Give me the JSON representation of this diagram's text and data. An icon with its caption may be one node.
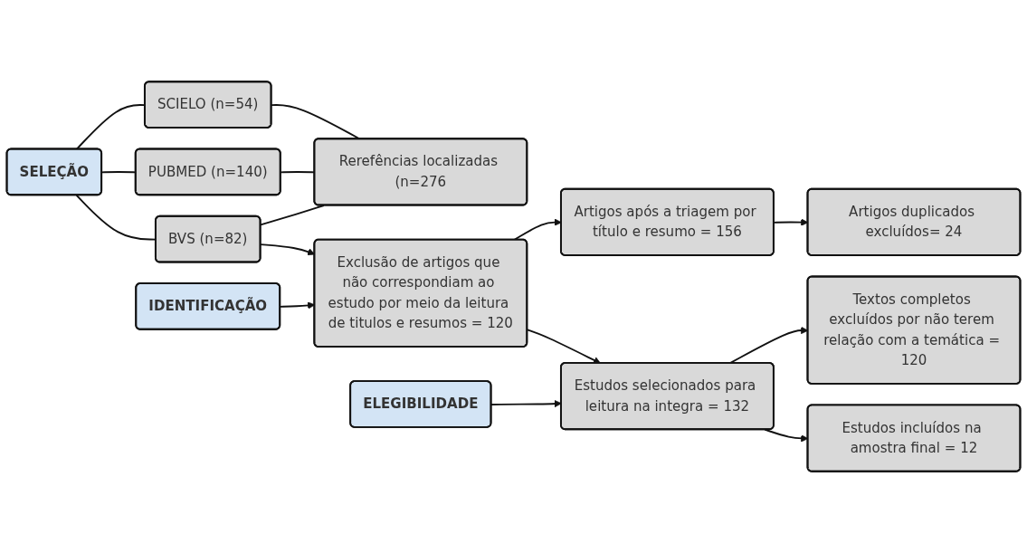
{
  "diagram": {
    "nodes": [
      {
        "text": [
          "SELEÇÃO"
        ]
      },
      {
        "text": [
          "SCIELO (n=54)"
        ]
      },
      {
        "text": [
          "PUBMED (n=140)"
        ]
      },
      {
        "text": [
          "BVS (n=82)"
        ]
      },
      {
        "text": [
          "Rerefências localizadas (n=276"
        ]
      },
      {
        "text": [
          "IDENTIFICAÇÃO"
        ]
      },
      {
        "text": [
          "Exclusão de artigos que não correspondiam ao estudo por meio da leitura de titulos e resumos = 120"
        ]
      },
      {
        "text": [
          "Artigos após a triagem por título e resumo = 156"
        ]
      },
      {
        "text": [
          "Artigos duplicados excluídos= 24"
        ]
      },
      {
        "text": [
          "ELEGIBILIDADE"
        ]
      },
      {
        "text": [
          "Estudos selecionados para leitura na integra = 132"
        ]
      },
      {
        "text": [
          "Textos completos excluídos por não terem relação com a temática = 120"
        ]
      },
      {
        "text": [
          "Estudos incluídos na amostra final = 12"
        ]
      }
    ],
    "edges": [
      {
        "from": 0,
        "to": 1,
        "arrow": "none"
      },
      {
        "from": 0,
        "to": 2,
        "arrow": "none"
      },
      {
        "from": 0,
        "to": 3,
        "arrow": "none"
      },
      {
        "from": 1,
        "to": 4,
        "arrow": "none"
      },
      {
        "from": 2,
        "to": 4,
        "arrow": "none"
      },
      {
        "from": 3,
        "to": 4,
        "arrow": "none"
      },
      {
        "from": 3,
        "to": 6,
        "arrow": "to"
      },
      {
        "from": 5,
        "to": 6,
        "arrow": "to"
      },
      {
        "from": 6,
        "to": 7,
        "arrow": "to"
      },
      {
        "from": 7,
        "to": 8,
        "arrow": "to"
      },
      {
        "from": 6,
        "to": 10,
        "arrow": "to"
      },
      {
        "from": 9,
        "to": 10,
        "arrow": "to"
      },
      {
        "from": 10,
        "to": 11,
        "arrow": "to"
      },
      {
        "from": 10,
        "to": 12,
        "arrow": "to"
      }
    ]
  }
}
